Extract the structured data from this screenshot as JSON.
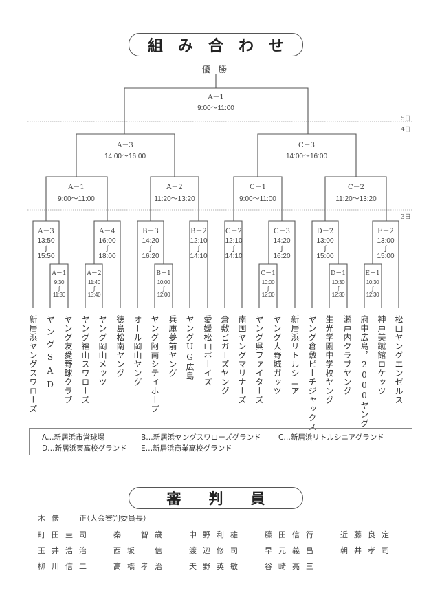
{
  "title": "組み合わせ",
  "champion_label": "優 勝",
  "days": {
    "day5": "5日",
    "day4": "4日",
    "day3": "3日"
  },
  "final": {
    "code": "A－1",
    "time": "9:00～11:00"
  },
  "semis": [
    {
      "code": "A－3",
      "time": "14:00～16:00"
    },
    {
      "code": "C－3",
      "time": "14:00～16:00"
    }
  ],
  "quarters": [
    {
      "code": "A－1",
      "time": "9:00～11:00"
    },
    {
      "code": "A－2",
      "time": "11:20～13:20"
    },
    {
      "code": "C－1",
      "time": "9:00～11:00"
    },
    {
      "code": "C－2",
      "time": "11:20～13:20"
    }
  ],
  "first_round": [
    {
      "code": "A－3",
      "start": "13:50",
      "sep": "∫",
      "end": "15:50"
    },
    {
      "code": "A－1",
      "start": "9:30",
      "sep": "∫",
      "end": "11:30"
    },
    {
      "code": "A－2",
      "start": "11:40",
      "sep": "∫",
      "end": "13:40"
    },
    {
      "code": "A－4",
      "start": "16:00",
      "sep": "∫",
      "end": "18:00"
    },
    {
      "code": "B－3",
      "start": "14:20",
      "sep": "∫",
      "end": "16:20"
    },
    {
      "code": "B－1",
      "start": "10:00",
      "sep": "∫",
      "end": "12:00"
    },
    {
      "code": "B－2",
      "start": "12:10",
      "sep": "∫",
      "end": "14:10"
    },
    {
      "code": "C－2",
      "start": "12:10",
      "sep": "∫",
      "end": "14:10"
    },
    {
      "code": "C－1",
      "start": "10:00",
      "sep": "∫",
      "end": "12:00"
    },
    {
      "code": "C－3",
      "start": "14:20",
      "sep": "∫",
      "end": "16:20"
    },
    {
      "code": "D－2",
      "start": "13:00",
      "sep": "∫",
      "end": "15:00"
    },
    {
      "code": "D－1",
      "start": "10:30",
      "sep": "∫",
      "end": "12:30"
    },
    {
      "code": "E－1",
      "start": "10:30",
      "sep": "∫",
      "end": "12:30"
    },
    {
      "code": "E－2",
      "start": "13:00",
      "sep": "∫",
      "end": "15:00"
    }
  ],
  "teams": [
    "新居浜ヤングスワローズ",
    "ヤングSAD",
    "ヤング友愛野球クラブ",
    "ヤング福山スワローズ",
    "ヤング岡山メッツ",
    "徳島松南ヤング",
    "オール岡山ヤング",
    "ヤング阿南シティホープ",
    "兵庫夢前ヤング",
    "ヤングUG広島",
    "愛媛松山ボーイズ",
    "倉敷ビガーズヤング",
    "南国ヤングマリナーズ",
    "ヤング呉ファイターズ",
    "ヤング大野城ガッツ",
    "新居浜リトルシニア",
    "ヤング倉敷ピーチジャックス",
    "生光学園中学校ヤング",
    "瀬戸内クラブヤング",
    "府中広島，2000ヤング",
    "神戸美蹴館ロケッツ",
    "松山ヤングエンゼルス"
  ],
  "venues": [
    "A…新居浜市営球場",
    "B…新居浜ヤングスワローズグランド",
    "C…新居浜リトルシニアグランド",
    "D…新居浜東高校グランド",
    "E…新居浜商業高校グランド"
  ],
  "umpires_title": "審判員",
  "chief": {
    "name": "木俵　正",
    "role": "（大会審判委員長）"
  },
  "umpires": [
    [
      "町田圭司",
      "秦　智歳",
      "中野利雄",
      "藤田信行",
      "近藤良定"
    ],
    [
      "玉井浩治",
      "西坂　信",
      "渡辺修司",
      "早元義昌",
      "朝井孝司"
    ],
    [
      "柳川信二",
      "高橋孝治",
      "天野英敏",
      "谷崎亮三",
      ""
    ]
  ]
}
